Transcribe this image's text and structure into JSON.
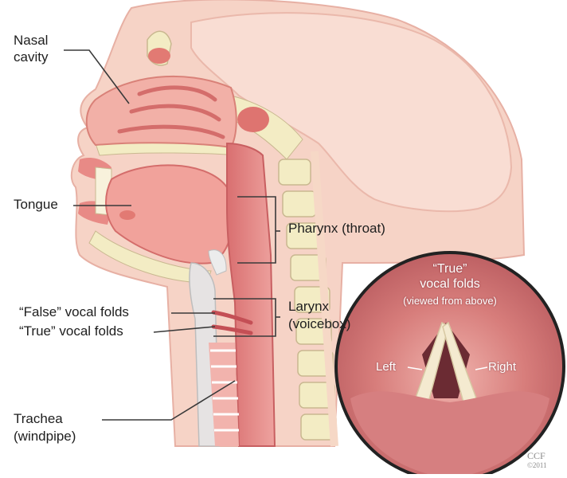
{
  "labels": {
    "nasal_cavity_line1": "Nasal",
    "nasal_cavity_line2": "cavity",
    "tongue": "Tongue",
    "false_vocal_folds": "“False” vocal folds",
    "true_vocal_folds": "“True” vocal folds",
    "trachea_line1": "Trachea",
    "trachea_line2": "(windpipe)",
    "pharynx": "Pharynx (throat)",
    "larynx_line1": "Larynx",
    "larynx_line2": "(voicebox)"
  },
  "inset": {
    "title_line1": "“True”",
    "title_line2": "vocal folds",
    "title_line3": "(viewed from above)",
    "left": "Left",
    "right": "Right"
  },
  "credit": {
    "mark": "CCF",
    "year": "©2011"
  },
  "colors": {
    "skin": "#f6d3c6",
    "tissue": "#e88a86",
    "bone": "#f3ecc4",
    "leader_line": "#3a3a3a",
    "inset_ring": "#222222"
  }
}
